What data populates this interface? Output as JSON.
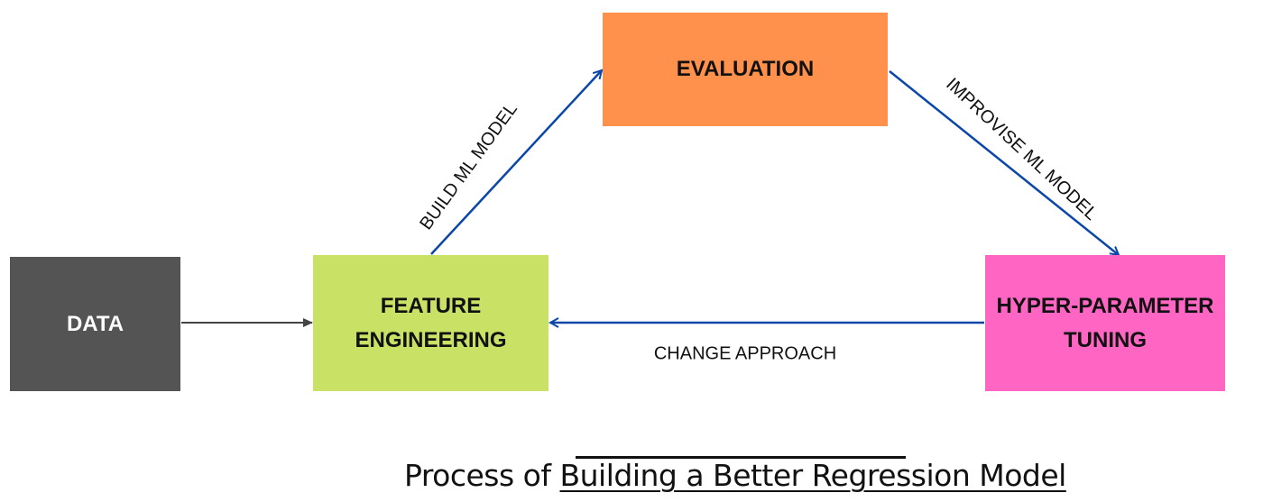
{
  "colors": {
    "data": "#545454",
    "feature": "#c9e265",
    "evaluation": "#ff914d",
    "hyper": "#ff66c4",
    "arrow_blue": "#0a47a9",
    "arrow_gray": "#444444"
  },
  "nodes": {
    "data": {
      "label": "DATA"
    },
    "feature": {
      "line1": "FEATURE",
      "line2": "ENGINEERING"
    },
    "evaluation": {
      "label": "EVALUATION"
    },
    "hyper": {
      "line1": "HYPER-PARAMETER",
      "line2": "TUNING"
    }
  },
  "edges": {
    "build": "BUILD ML MODEL",
    "improvise": "IMPROVISE ML MODEL",
    "change": "CHANGE APPROACH"
  },
  "caption": {
    "prefix": "Process of ",
    "highlight": "Building a Better Regression Model"
  }
}
